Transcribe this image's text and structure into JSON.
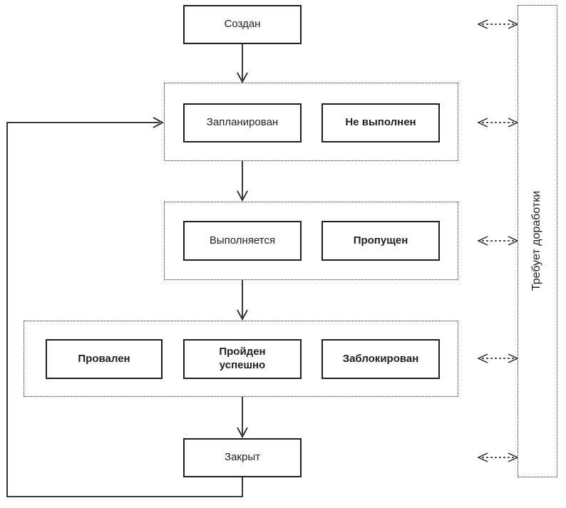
{
  "diagram": {
    "nodes": {
      "created": "Создан",
      "planned": "Запланирован",
      "not_executed": "Не выполнен",
      "executing": "Выполняется",
      "skipped": "Пропущен",
      "failed": "Провален",
      "passed": "Пройден успешно",
      "blocked": "Заблокирован",
      "closed": "Закрыт",
      "rework": "Требует доработки"
    },
    "colors": {
      "line": "#1f1f1f",
      "background": "#ffffff"
    }
  }
}
